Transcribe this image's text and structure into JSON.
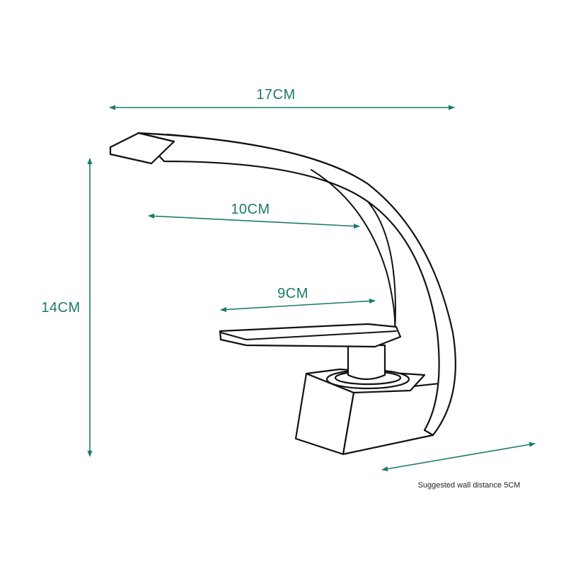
{
  "colors": {
    "dimension": "#1c7a6a",
    "outline": "#111111",
    "background": "#ffffff"
  },
  "dimensions": {
    "overall_length": "17CM",
    "height": "14CM",
    "spout_reach": "10CM",
    "handle_length": "9CM"
  },
  "note": "Suggested wall distance 5CM"
}
